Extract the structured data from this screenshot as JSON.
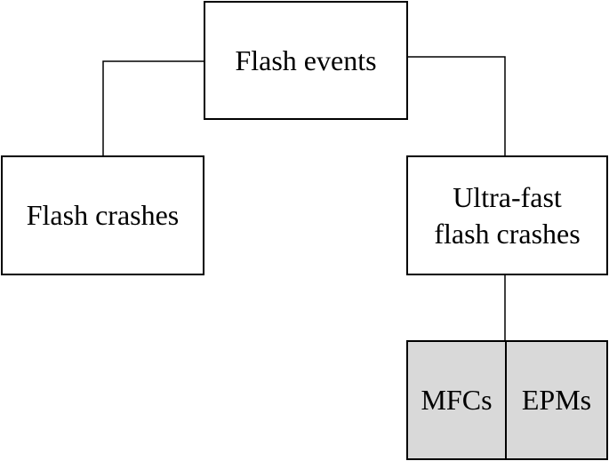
{
  "diagram": {
    "root": {
      "label": "Flash events"
    },
    "left_child": {
      "label": "Flash crashes"
    },
    "right_child": {
      "label_lines": [
        "Ultra-fast",
        "flash crashes"
      ]
    },
    "leaves": [
      {
        "label": "MFCs"
      },
      {
        "label": "EPMs"
      }
    ],
    "colors": {
      "border": "#000000",
      "box_fill": "#ffffff",
      "leaf_fill": "#d9d9d9"
    }
  }
}
